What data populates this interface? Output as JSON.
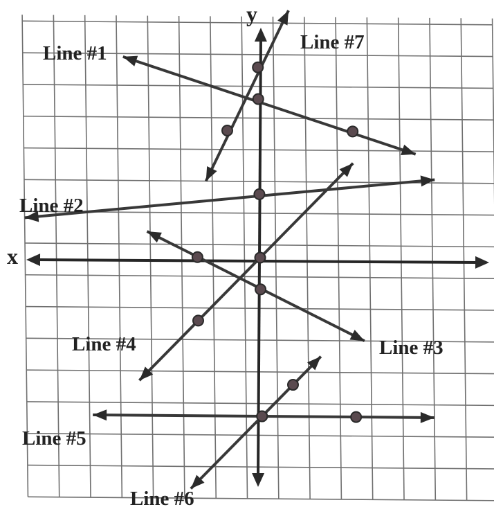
{
  "axes": {
    "x_label": "x",
    "y_label": "y"
  },
  "grid": {
    "x_range": [
      -7,
      7
    ],
    "y_range": [
      -7,
      7
    ]
  },
  "lines": [
    {
      "name": "Line #1",
      "points": [
        [
          0,
          5
        ],
        [
          3,
          4
        ]
      ]
    },
    {
      "name": "Line #2",
      "points": [
        [
          0,
          2
        ]
      ]
    },
    {
      "name": "Line #3",
      "points": [
        [
          -2,
          0
        ],
        [
          0,
          -1
        ]
      ]
    },
    {
      "name": "Line #4",
      "points": [
        [
          0,
          0
        ],
        [
          -2,
          -2
        ]
      ]
    },
    {
      "name": "Line #5",
      "points": [
        [
          0,
          -5
        ],
        [
          3,
          -5
        ]
      ]
    },
    {
      "name": "Line #6",
      "points": [
        [
          0,
          -5
        ],
        [
          1,
          -4
        ]
      ]
    },
    {
      "name": "Line #7",
      "points": [
        [
          0,
          6
        ],
        [
          -1,
          4
        ]
      ]
    }
  ],
  "colors": {
    "ink": "#2a2a2a",
    "grid": "#6f6f6f",
    "point_fill": "#5a4a4f"
  }
}
